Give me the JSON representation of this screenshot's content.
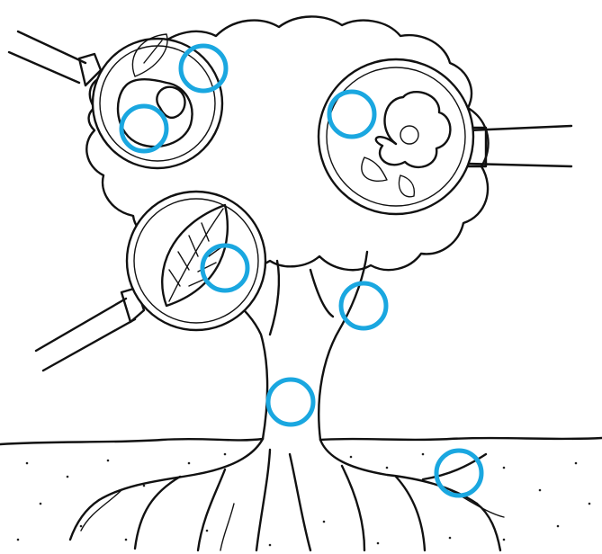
{
  "diagram": {
    "subject": "tree-parts",
    "colors": {
      "background": "#ffffff",
      "ink": "#111111",
      "hotspot_ring": "#1aa7e0"
    },
    "magnifiers": [
      {
        "id": "fruit",
        "icon": "fruit-icon"
      },
      {
        "id": "flower",
        "icon": "flower-icon"
      },
      {
        "id": "leaf",
        "icon": "leaf-icon"
      }
    ],
    "hotspots": [
      {
        "id": "fruit-upper"
      },
      {
        "id": "fruit-lower"
      },
      {
        "id": "flower"
      },
      {
        "id": "leaf"
      },
      {
        "id": "branch"
      },
      {
        "id": "trunk"
      },
      {
        "id": "roots"
      }
    ]
  }
}
